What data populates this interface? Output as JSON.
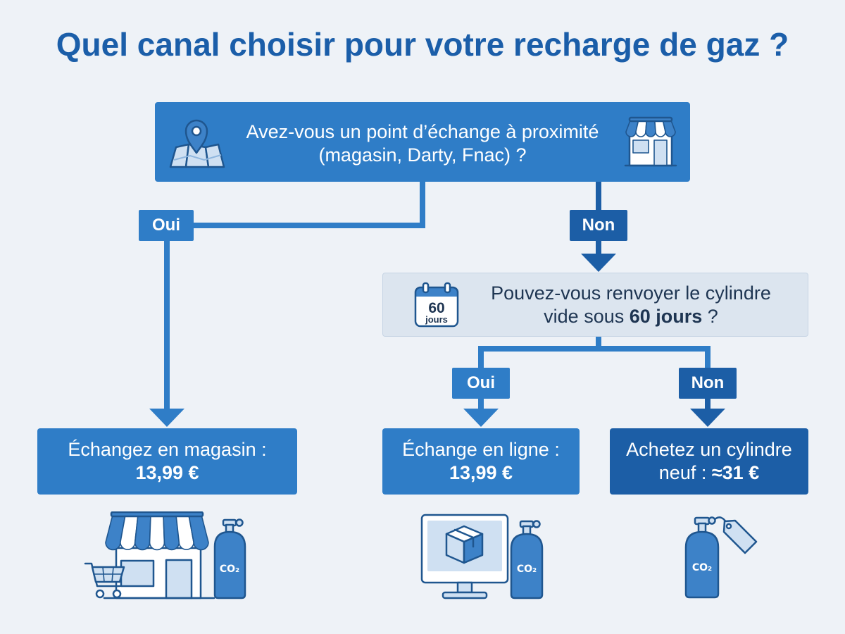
{
  "title": "Quel canal choisir pour votre recharge de gaz ?",
  "questions": {
    "proximity": {
      "line1": "Avez-vous un point d’échange à proximité",
      "line2": "(magasin, Darty, Fnac) ?",
      "icon_left": "map-pin-icon",
      "icon_right": "shop-icon"
    },
    "return": {
      "line1": "Pouvez-vous renvoyer le cylindre",
      "line2_pre": "vide sous ",
      "line2_bold": "60 jours",
      "line2_post": " ?",
      "icon": "calendar-icon",
      "calendar_number": "60",
      "calendar_unit": "jours"
    }
  },
  "branches": {
    "proximity_yes": "Oui",
    "proximity_no": "Non",
    "return_yes": "Oui",
    "return_no": "Non"
  },
  "outcomes": {
    "store": {
      "line1": "Échangez en magasin :",
      "price": "13,99 €",
      "illustration": "shop-with-cart-and-cylinder-icon"
    },
    "online": {
      "line1": "Échange en ligne :",
      "price": "13,99 €",
      "illustration": "computer-with-parcel-and-cylinder-icon"
    },
    "buy_new": {
      "line1": "Achetez un cylindre",
      "line2_pre": "neuf : ",
      "price": "≈31 €",
      "illustration": "cylinder-with-price-tag-icon"
    }
  },
  "cylinder_label": "CO₂",
  "colors": {
    "background": "#eef2f7",
    "primary": "#2f7dc7",
    "dark": "#1c5ea6",
    "title": "#1b5ea9",
    "question_bg": "#dce5ef",
    "question_text": "#1e3552",
    "icon_fill": "#cfe0f2",
    "icon_stroke": "#1f568f",
    "icon_blue": "#3d82c8"
  }
}
